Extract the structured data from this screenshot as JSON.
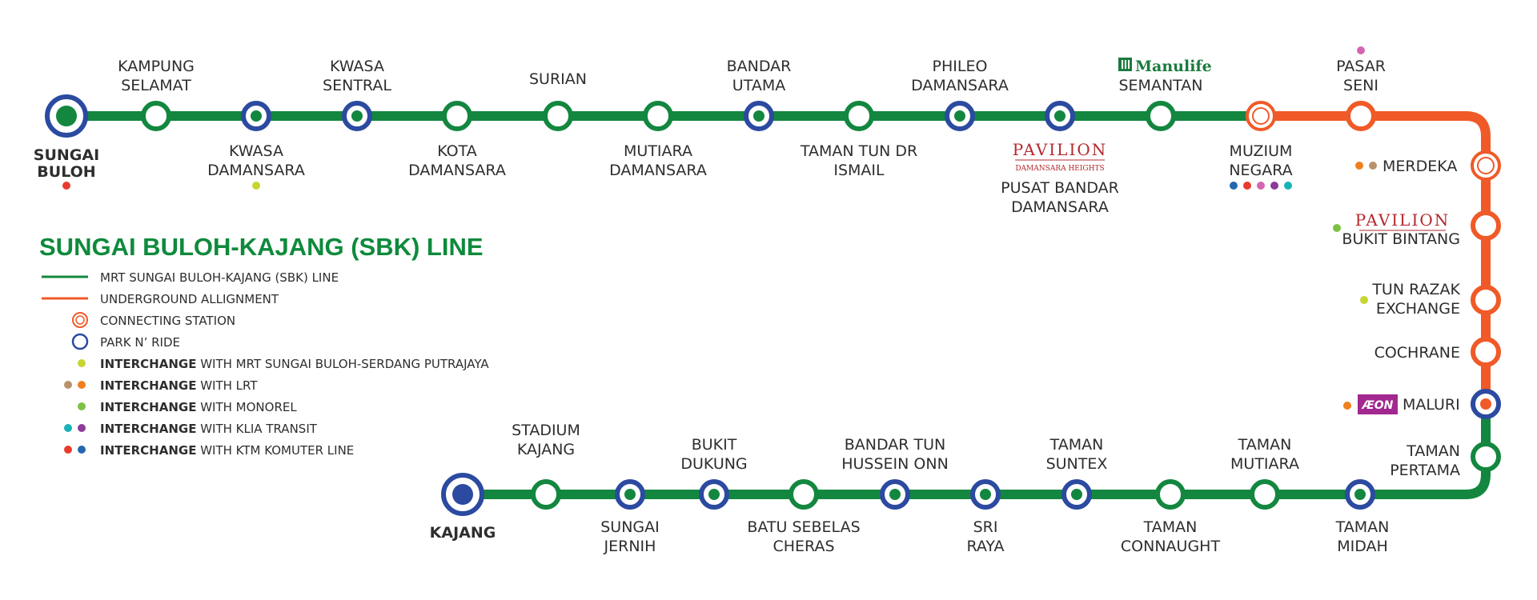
{
  "colors": {
    "line_green": "#13873f",
    "underground_orange": "#f05a28",
    "park_ride_blue": "#2b4aa0",
    "monorail_green": "#7cc242",
    "sbk_yellow": "#c7d532",
    "lrt_tan": "#b8926a",
    "lrt_orange": "#f07f1f",
    "klia_teal": "#17b3b6",
    "klia_purple": "#8e3a99",
    "ktm_red": "#e83b2e",
    "ktm_blue": "#2566b0",
    "pink": "#d565b0"
  },
  "legend": {
    "title": "SUNGAI BULOH-KAJANG  (SBK) LINE",
    "items": [
      {
        "bold": "",
        "text": "MRT SUNGAI BULOH-KAJANG (SBK) LINE"
      },
      {
        "bold": "",
        "text": "UNDERGROUND ALLIGNMENT"
      },
      {
        "bold": "",
        "text": "CONNECTING STATION"
      },
      {
        "bold": "",
        "text": "PARK N’ RIDE"
      },
      {
        "bold": "INTERCHANGE",
        "text": " WITH  MRT SUNGAI BULOH-SERDANG PUTRAJAYA"
      },
      {
        "bold": "INTERCHANGE",
        "text": " WITH LRT"
      },
      {
        "bold": "INTERCHANGE",
        "text": " WITH  MONOREL"
      },
      {
        "bold": "INTERCHANGE",
        "text": " WITH KLIA TRANSIT"
      },
      {
        "bold": "INTERCHANGE",
        "text": " WITH  KTM KOMUTER LINE"
      }
    ]
  },
  "stations": {
    "sungai_buloh": [
      "SUNGAI",
      "BULOH"
    ],
    "kampung_selamat": [
      "KAMPUNG",
      "SELAMAT"
    ],
    "kwasa_damansara": [
      "KWASA",
      "DAMANSARA"
    ],
    "kwasa_sentral": [
      "KWASA",
      "SENTRAL"
    ],
    "kota_damansara": [
      "KOTA",
      "DAMANSARA"
    ],
    "surian": [
      "SURIAN"
    ],
    "mutiara_damansara": [
      "MUTIARA",
      "DAMANSARA"
    ],
    "bandar_utama": [
      "BANDAR",
      "UTAMA"
    ],
    "ttdi": [
      "TAMAN TUN DR",
      "ISMAIL"
    ],
    "phileo_damansara": [
      "PHILEO",
      "DAMANSARA"
    ],
    "pusat_bandar_damansara": [
      "PUSAT BANDAR",
      "DAMANSARA"
    ],
    "semantan": [
      "SEMANTAN"
    ],
    "muzium_negara": [
      "MUZIUM",
      "NEGARA"
    ],
    "pasar_seni": [
      "PASAR",
      "SENI"
    ],
    "merdeka": [
      "MERDEKA"
    ],
    "bukit_bintang": [
      "BUKIT BINTANG"
    ],
    "trx": [
      "TUN RAZAK",
      "EXCHANGE"
    ],
    "cochrane": [
      "COCHRANE"
    ],
    "maluri": [
      "MALURI"
    ],
    "taman_pertama": [
      "TAMAN",
      "PERTAMA"
    ],
    "taman_midah": [
      "TAMAN",
      "MIDAH"
    ],
    "taman_mutiara": [
      "TAMAN",
      "MUTIARA"
    ],
    "taman_connaught": [
      "TAMAN",
      "CONNAUGHT"
    ],
    "taman_suntex": [
      "TAMAN",
      "SUNTEX"
    ],
    "sri_raya": [
      "SRI",
      "RAYA"
    ],
    "bandar_tun_hussein_onn": [
      "BANDAR TUN",
      "HUSSEIN ONN"
    ],
    "batu_sebelas_cheras": [
      "BATU SEBELAS",
      "CHERAS"
    ],
    "bukit_dukung": [
      "BUKIT",
      "DUKUNG"
    ],
    "sungai_jernih": [
      "SUNGAI",
      "JERNIH"
    ],
    "stadium_kajang": [
      "STADIUM",
      "KAJANG"
    ],
    "kajang": [
      "KAJANG"
    ]
  },
  "brands": {
    "pavilion": "PAVILION",
    "pavilion_sub": "DAMANSARA HEIGHTS",
    "manulife": "Manulife",
    "aeon": "ÆON"
  }
}
